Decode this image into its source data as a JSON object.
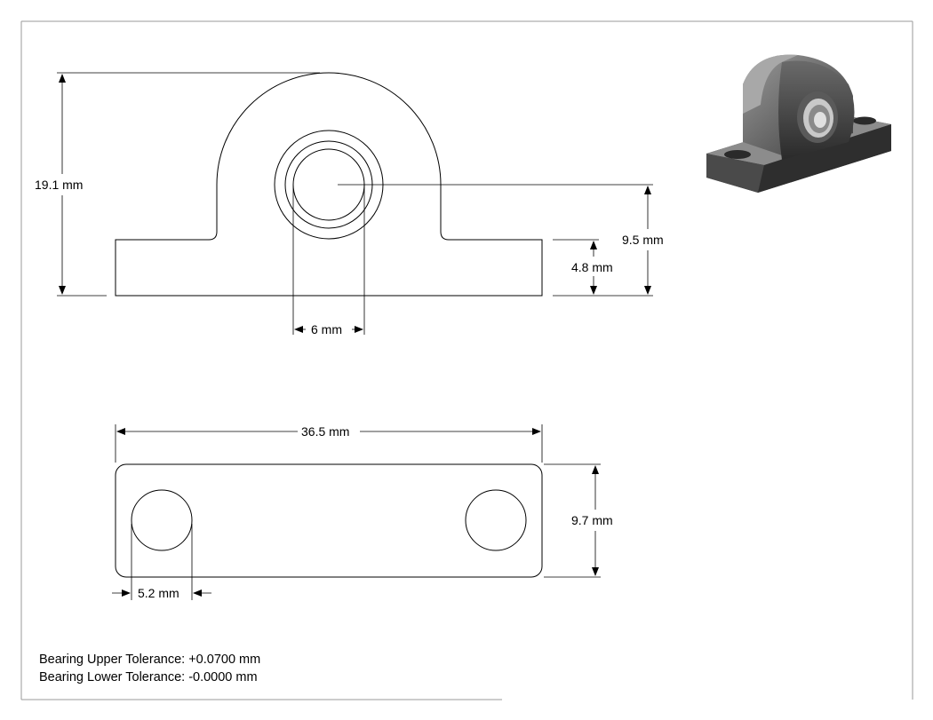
{
  "dimensions": {
    "height_total": "19.1 mm",
    "bore_center_height": "9.5 mm",
    "base_thickness": "4.8 mm",
    "bore_diameter": "6 mm",
    "overall_length": "36.5 mm",
    "base_width": "9.7 mm",
    "hole_diameter": "5.2 mm"
  },
  "notes": {
    "upper_tolerance": "Bearing Upper Tolerance: +0.0700 mm",
    "lower_tolerance": "Bearing Lower Tolerance: -0.0000 mm"
  },
  "colors": {
    "line": "#000000",
    "frame": "#999999",
    "iso_body": "#555555"
  },
  "icons": {
    "iso_view": "pillow-block-bearing-3d-icon"
  }
}
